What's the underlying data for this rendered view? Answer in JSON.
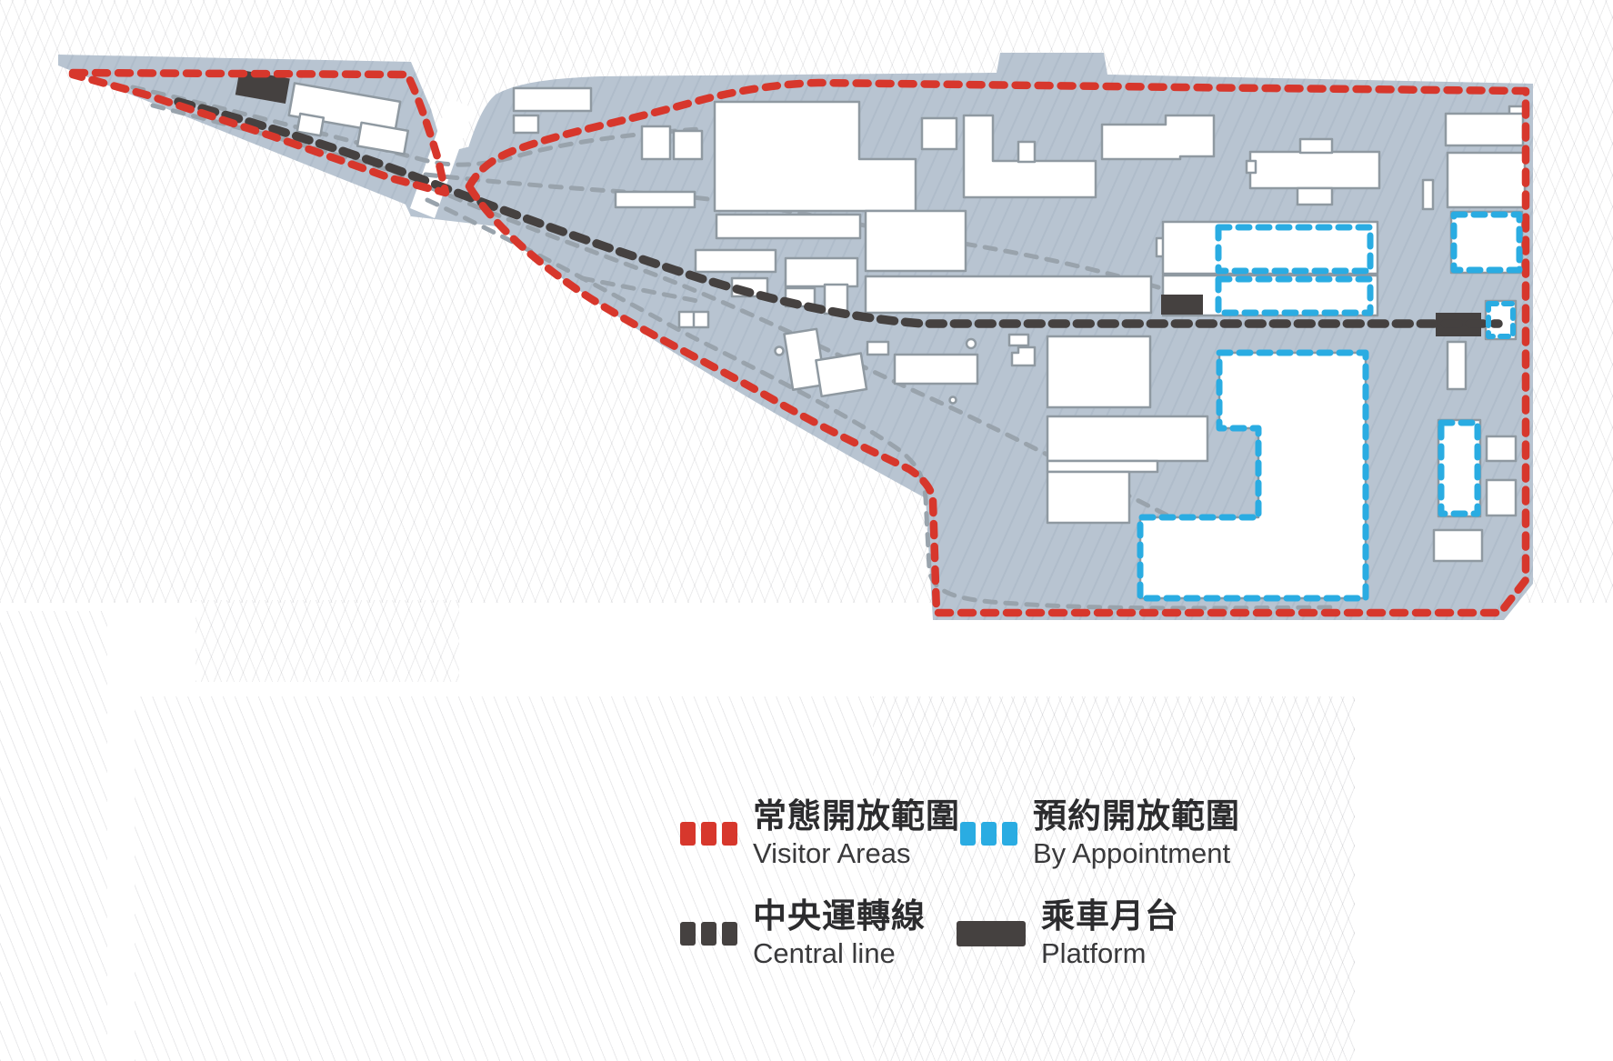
{
  "map": {
    "description_colors": {
      "ground": "#b8c4d1",
      "building_fill": "#ffffff",
      "building_stroke": "#8f99a1",
      "visitor_boundary": "#d7372c",
      "appointment_outline": "#2aace2",
      "central_line": "#454140",
      "platform": "#454140",
      "track": "#99a3ac"
    },
    "icons": [
      "visitor-area-boundary-icon",
      "appointment-area-icon",
      "central-line-icon",
      "platform-icon",
      "track-line-icon"
    ]
  },
  "legend": {
    "items": [
      {
        "zh": "常態開放範圍",
        "en": "Visitor Areas",
        "color": "#d7372c",
        "swatch": "dashes"
      },
      {
        "zh": "預約開放範圍",
        "en": "By Appointment",
        "color": "#2aace2",
        "swatch": "dashes"
      },
      {
        "zh": "中央運轉線",
        "en": "Central line",
        "color": "#454140",
        "swatch": "dashes"
      },
      {
        "zh": "乘車月台",
        "en": "Platform",
        "color": "#454140",
        "swatch": "bar"
      }
    ]
  }
}
